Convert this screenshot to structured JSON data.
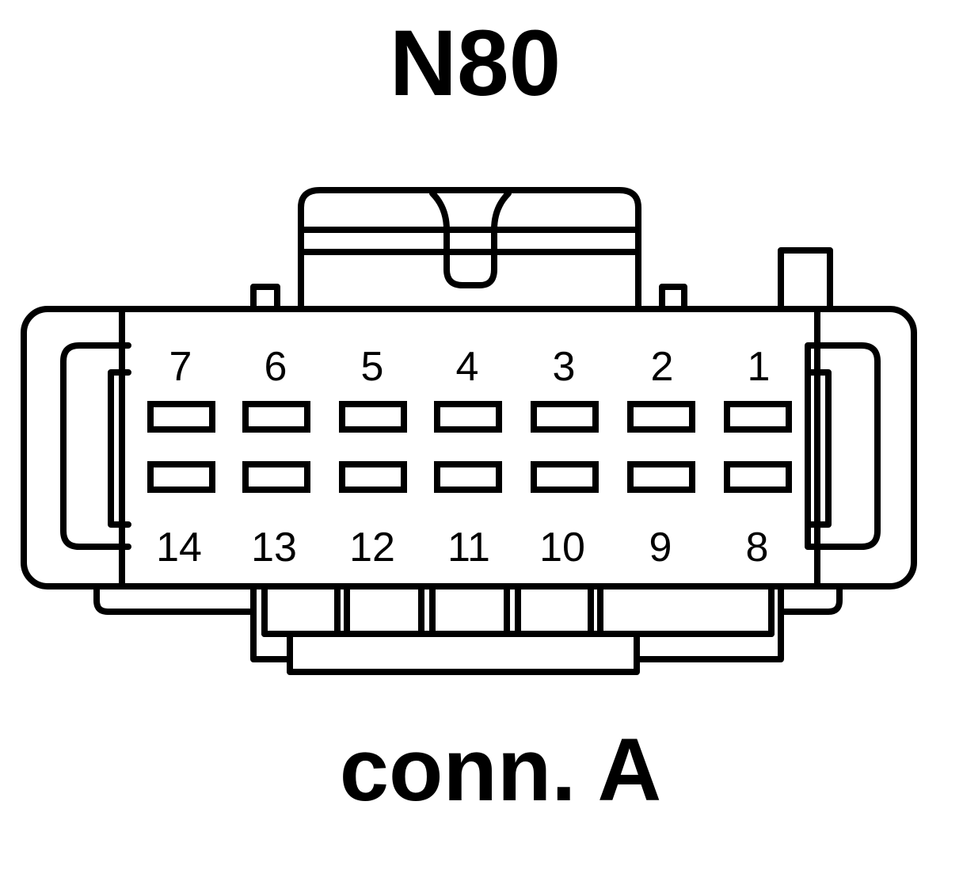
{
  "diagram": {
    "title": "N80",
    "caption": "conn. A",
    "top_row_pins": [
      "7",
      "6",
      "5",
      "4",
      "3",
      "2",
      "1"
    ],
    "bottom_row_pins": [
      "14",
      "13",
      "12",
      "11",
      "10",
      "9",
      "8"
    ]
  }
}
